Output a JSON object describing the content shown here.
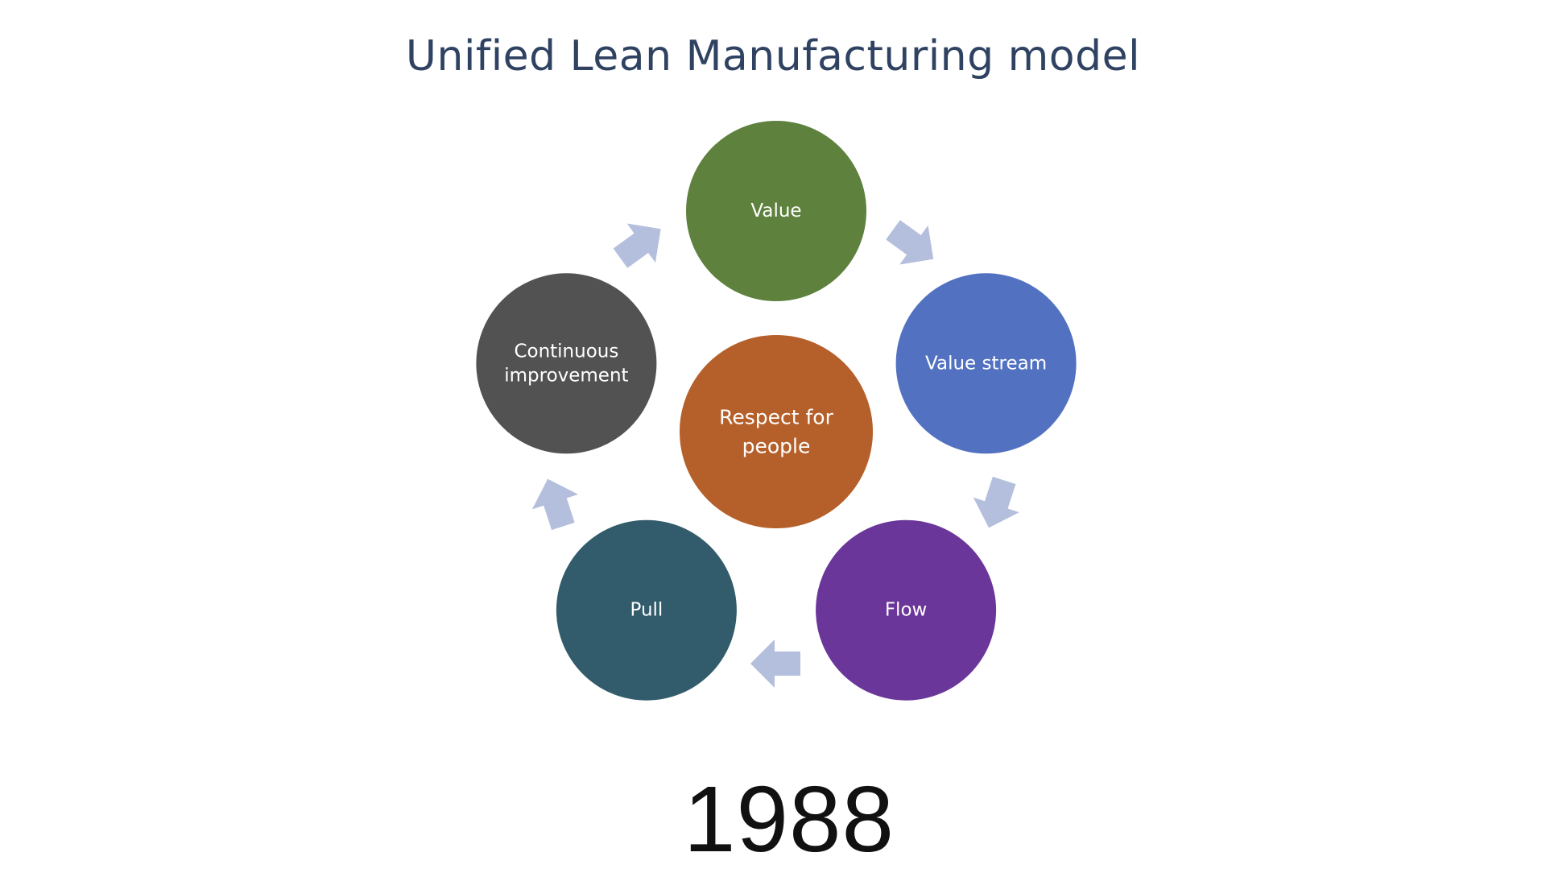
{
  "title": "Unified Lean Manufacturing model",
  "year": "1988",
  "colors": {
    "title": "#2f4262",
    "arrow": "#b3bfdc",
    "value": "#5e813e",
    "value_stream": "#5272c1",
    "flow": "#6a3699",
    "pull": "#325b6b",
    "continuous_improvement": "#525252",
    "respect": "#b5602a"
  },
  "nodes": [
    {
      "id": "value",
      "lines": [
        "Value"
      ],
      "color": "#5e813e"
    },
    {
      "id": "value-stream",
      "lines": [
        "Value stream"
      ],
      "color": "#5272c1"
    },
    {
      "id": "flow",
      "lines": [
        "Flow"
      ],
      "color": "#6a3699"
    },
    {
      "id": "pull",
      "lines": [
        "Pull"
      ],
      "color": "#325b6b"
    },
    {
      "id": "continuous-improvement",
      "lines": [
        "Continuous",
        "improvement"
      ],
      "color": "#525252"
    }
  ],
  "center": {
    "id": "respect-for-people",
    "lines": [
      "Respect for",
      "people"
    ],
    "color": "#b5602a"
  }
}
